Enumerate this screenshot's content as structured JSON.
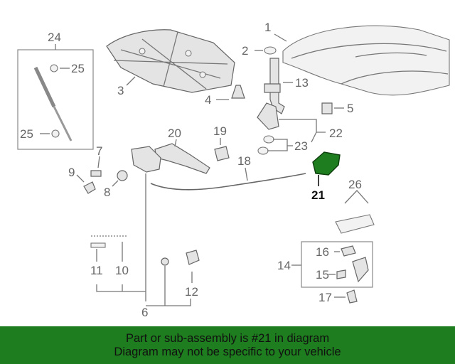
{
  "callouts": {
    "c1": "1",
    "c2": "2",
    "c3": "3",
    "c4": "4",
    "c5": "5",
    "c6": "6",
    "c7": "7",
    "c8": "8",
    "c9": "9",
    "c10": "10",
    "c11": "11",
    "c12": "12",
    "c13": "13",
    "c14": "14",
    "c15": "15",
    "c16": "16",
    "c17": "17",
    "c18": "18",
    "c19": "19",
    "c20": "20",
    "c21": "21",
    "c22": "22",
    "c23": "23",
    "c24": "24",
    "c25a": "25",
    "c25b": "25",
    "c26": "26"
  },
  "highlight": {
    "part": "21",
    "color": "#1e7d1e"
  },
  "banner": {
    "line1": "Part or sub-assembly is #21 in diagram",
    "line2": "Diagram may not be specific to your vehicle",
    "color": "#1e7d1e"
  }
}
